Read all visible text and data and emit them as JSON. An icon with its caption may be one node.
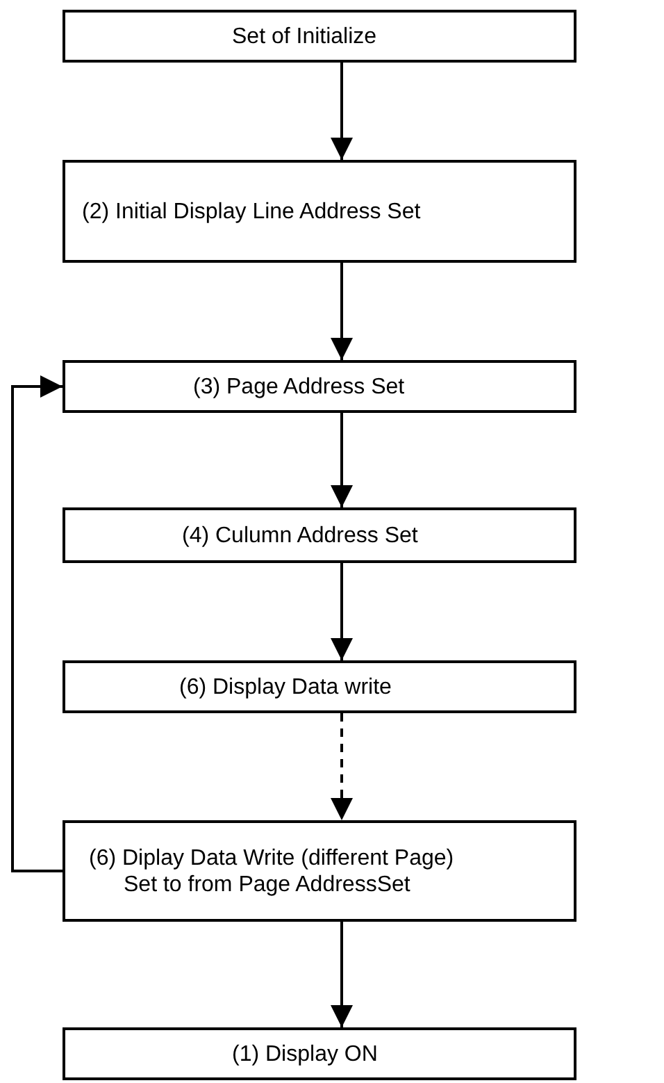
{
  "diagram": {
    "nodes": [
      {
        "text": [
          "Set of Initialize"
        ]
      },
      {
        "text": [
          "(2) Initial Display Line Address Set"
        ]
      },
      {
        "text": [
          "(3) Page Address Set"
        ]
      },
      {
        "text": [
          "(4) Culumn Address Set"
        ]
      },
      {
        "text": [
          "(6) Display Data write"
        ]
      },
      {
        "text": [
          "(6) Diplay Data Write (different Page)",
          "Set to from Page AddressSet"
        ]
      },
      {
        "text": [
          "(1) Display ON"
        ]
      }
    ],
    "edges": [
      {
        "from": 0,
        "to": 1,
        "arrow": "to"
      },
      {
        "from": 1,
        "to": 2,
        "arrow": "to"
      },
      {
        "from": 2,
        "to": 3,
        "arrow": "to"
      },
      {
        "from": 3,
        "to": 4,
        "arrow": "to"
      },
      {
        "from": 4,
        "to": 5,
        "arrow": "to",
        "style": "dashed"
      },
      {
        "from": 5,
        "to": 2,
        "arrow": "to"
      },
      {
        "from": 5,
        "to": 6,
        "arrow": "to"
      }
    ]
  }
}
